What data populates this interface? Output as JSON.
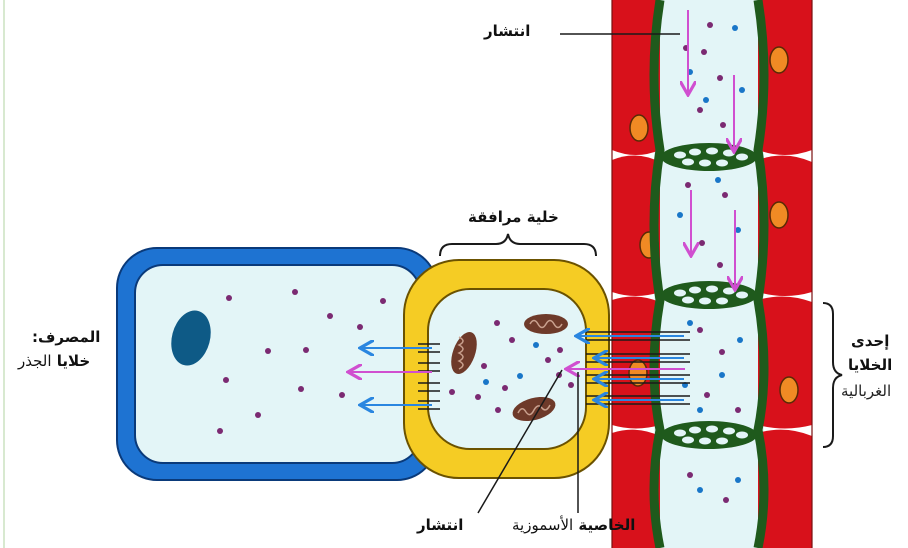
{
  "labels": {
    "diffusion_top": "انتشار",
    "companion_cell": "خلية مرافقة",
    "sink_line1": "المصرف:",
    "sink_line2_bold": "خلايا",
    "sink_line2_light": "الجذر",
    "sieve_line1": "إحدى",
    "sieve_line2": "الخلايا",
    "sieve_line3": "الغربالية",
    "diffusion_bottom": "انتشار",
    "osmosis_bold": "الخاصية",
    "osmosis_light": "الأسموزية"
  },
  "colors": {
    "cell_outer_blue": "#1e73d2",
    "cell_inner": "#e3f5f7",
    "companion_yellow": "#f5cc24",
    "sieve_red": "#d8111b",
    "sieve_green": "#1f5a1c",
    "nucleus": "#0e5a86",
    "mitochondria": "#6e3a2a",
    "sugar_dot": "#7b2a72",
    "water_dot": "#1976c8",
    "arrow_blue": "#2a86e0",
    "arrow_pink": "#d04fd0"
  }
}
